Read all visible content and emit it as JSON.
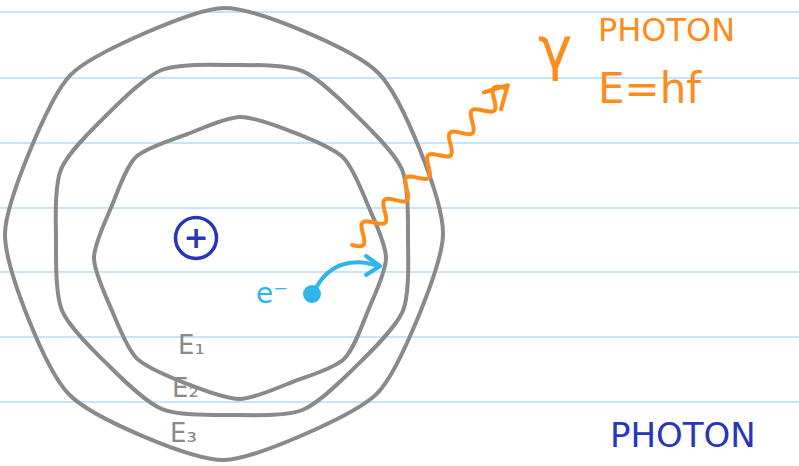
{
  "diagram": {
    "nodes": [
      {
        "text": [
          "+"
        ]
      }
    ],
    "labels": [
      "γ",
      "PHOTON",
      "E=hf",
      "e⁻",
      "E₁",
      "E₂",
      "E₃",
      "PHOTON"
    ]
  }
}
